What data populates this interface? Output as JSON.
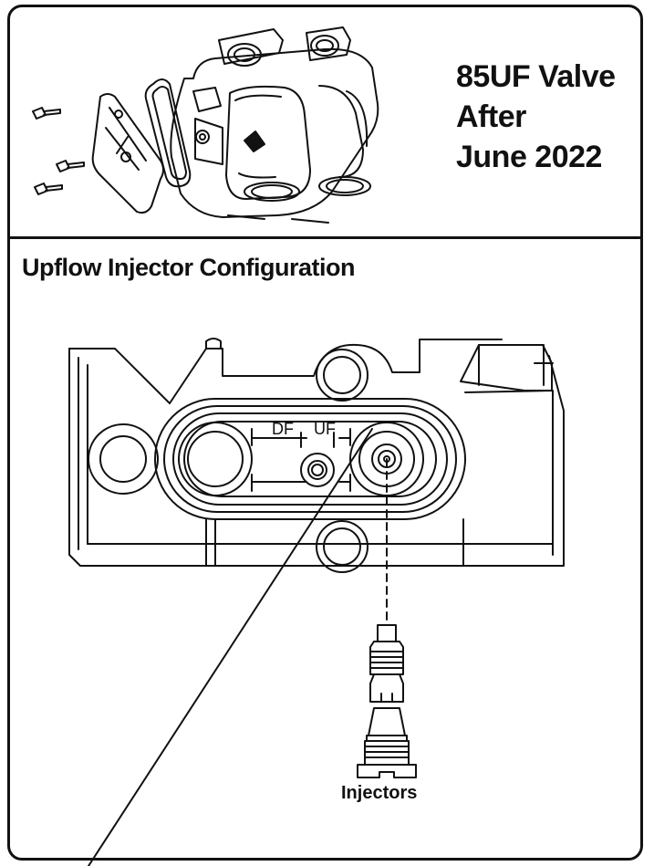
{
  "valve_title": {
    "line1": "85UF Valve",
    "line2": "After",
    "line3": "June 2022"
  },
  "section_title": "Upflow Injector Configuration",
  "port_labels": {
    "left": "DF",
    "right": "UF"
  },
  "callout_label": "Injectors",
  "colors": {
    "line": "#111111",
    "background": "#ffffff"
  }
}
